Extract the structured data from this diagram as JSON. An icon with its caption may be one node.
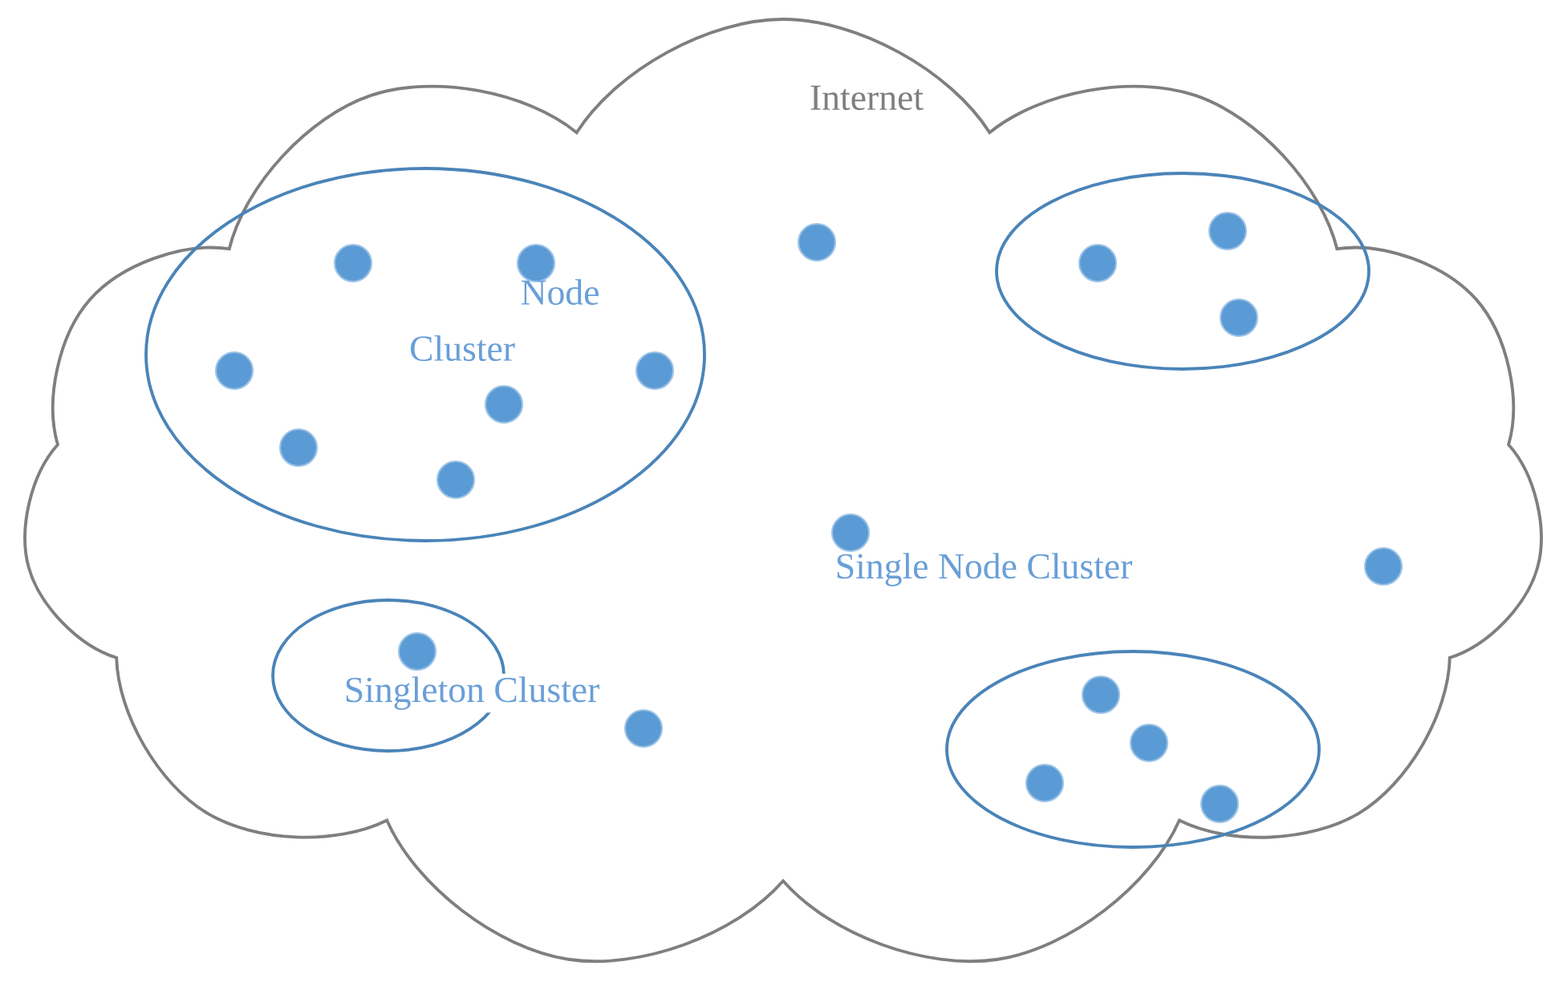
{
  "diagram": {
    "nodes": [
      {
        "text": [
          "Internet"
        ]
      },
      {
        "text": [
          "Cluster"
        ],
        "in": 0
      },
      {
        "text": [],
        "shape": "circle",
        "in": 1
      },
      {
        "text": [],
        "shape": "circle",
        "in": 1,
        "beside": [
          "Node"
        ]
      },
      {
        "text": [],
        "shape": "circle",
        "in": 1
      },
      {
        "text": [],
        "shape": "circle",
        "in": 1
      },
      {
        "text": [],
        "shape": "circle",
        "in": 1
      },
      {
        "text": [],
        "shape": "circle",
        "in": 1
      },
      {
        "text": [],
        "shape": "circle",
        "in": 1
      },
      {
        "text": [],
        "shape": "circle",
        "in": 0
      },
      {
        "text": [],
        "shape": "ellipse",
        "in": 0
      },
      {
        "text": [],
        "shape": "circle",
        "in": 10
      },
      {
        "text": [],
        "shape": "circle",
        "in": 10
      },
      {
        "text": [],
        "shape": "circle",
        "in": 10
      },
      {
        "text": [],
        "shape": "circle",
        "in": 0,
        "beside": [
          "Single Node Cluster"
        ]
      },
      {
        "text": [],
        "shape": "circle",
        "in": 0
      },
      {
        "text": [
          "Singleton Cluster"
        ],
        "in": 0
      },
      {
        "text": [],
        "shape": "circle",
        "in": 16
      },
      {
        "text": [],
        "shape": "circle",
        "in": 0
      },
      {
        "text": [],
        "shape": "ellipse",
        "in": 0
      },
      {
        "text": [],
        "shape": "circle",
        "in": 19
      },
      {
        "text": [],
        "shape": "circle",
        "in": 19
      },
      {
        "text": [],
        "shape": "circle",
        "in": 19
      },
      {
        "text": [],
        "shape": "circle",
        "in": 19
      }
    ]
  }
}
